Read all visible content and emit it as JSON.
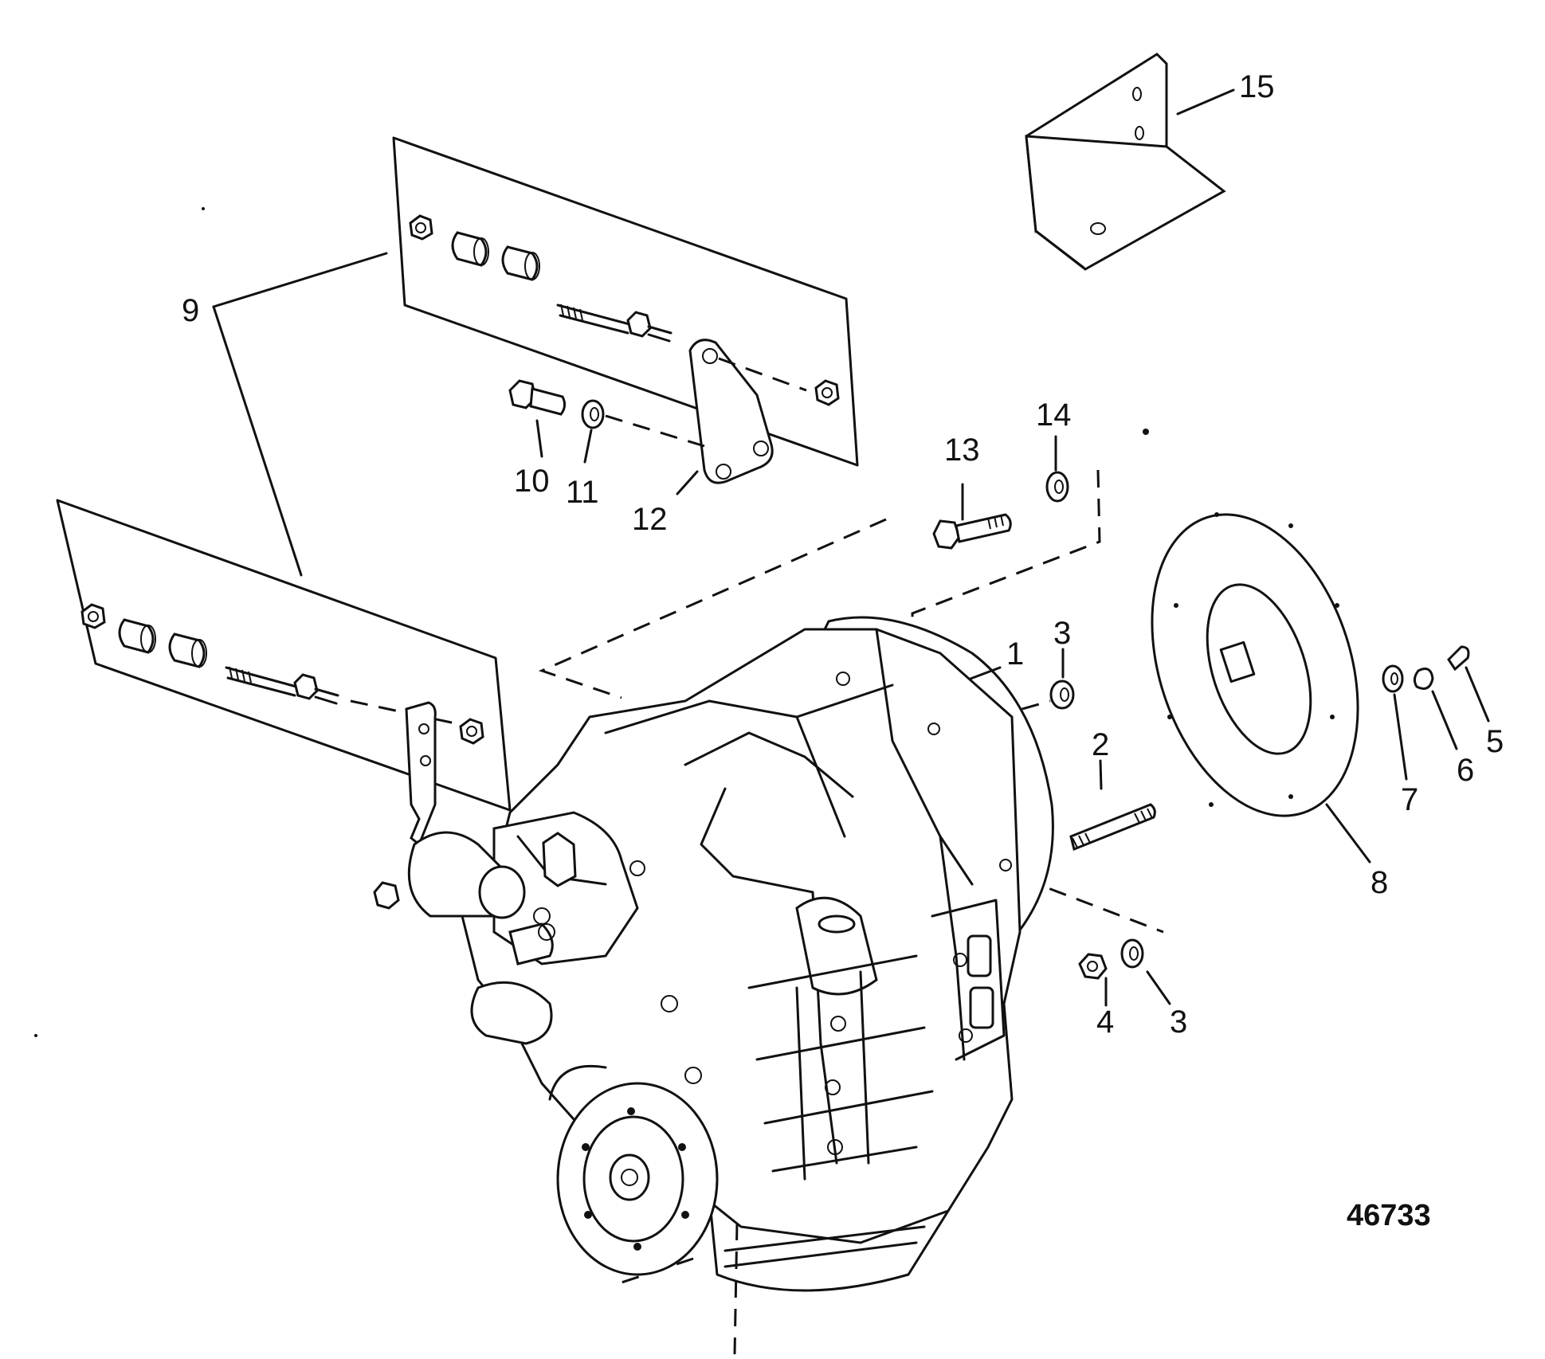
{
  "callouts": {
    "c1": "1",
    "c2": "2",
    "c3a": "3",
    "c3b": "3",
    "c4": "4",
    "c5": "5",
    "c6": "6",
    "c7": "7",
    "c8": "8",
    "c9": "9",
    "c10": "10",
    "c11": "11",
    "c12": "12",
    "c13": "13",
    "c14": "14",
    "c15": "15"
  },
  "figure_number": "46733"
}
